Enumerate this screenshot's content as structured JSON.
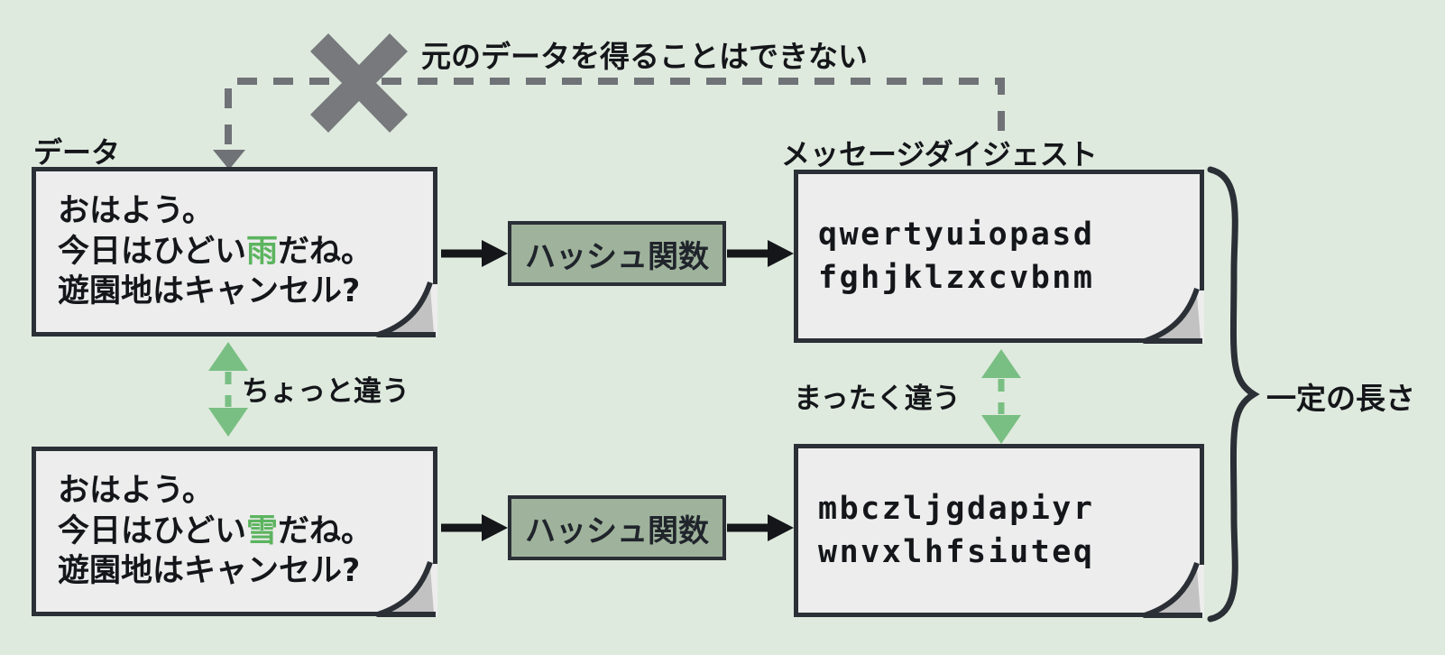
{
  "diagram": {
    "title_note": "元のデータを得ることはできない",
    "background_color": "#dfeade",
    "accent_green": "#79bf83",
    "ink": "#2b2f36",
    "hash_fill": "#9fb39c",
    "paper_fill": "#ededed"
  },
  "labels": {
    "data_label": "データ",
    "digest_label": "メッセージダイジェスト",
    "no_reverse": "元のデータを得ることはできない",
    "slight_diff": "ちょっと違う",
    "totally_diff": "まったく違う",
    "fixed_length": "一定の長さ"
  },
  "hash_function": {
    "top_label": "ハッシュ関数",
    "bottom_label": "ハッシュ関数"
  },
  "data_notes": [
    {
      "id": "data-note-top",
      "lines": [
        {
          "pre": "おはよう。",
          "hl": "",
          "post": ""
        },
        {
          "pre": "今日はひどい",
          "hl": "雨",
          "post": "だね。"
        },
        {
          "pre": "遊園地はキャンセル?",
          "hl": "",
          "post": ""
        }
      ]
    },
    {
      "id": "data-note-bottom",
      "lines": [
        {
          "pre": "おはよう。",
          "hl": "",
          "post": ""
        },
        {
          "pre": "今日はひどい",
          "hl": "雪",
          "post": "だね。"
        },
        {
          "pre": "遊園地はキャンセル?",
          "hl": "",
          "post": ""
        }
      ]
    }
  ],
  "digest_notes": [
    {
      "id": "digest-note-top",
      "line1": "qwertyuiopasd",
      "line2": "fghjklzxcvbnm"
    },
    {
      "id": "digest-note-bottom",
      "line1": "mbczljgdapiyr",
      "line2": "wnvxlhfsiuteq"
    }
  ],
  "icons": {
    "cross": "cross-icon",
    "brace": "curly-brace-icon",
    "arrow_right": "arrow-right-icon",
    "arrow_down_dashed": "dashed-down-arrow-icon",
    "double_arrow_vertical": "vertical-double-arrow-icon"
  }
}
